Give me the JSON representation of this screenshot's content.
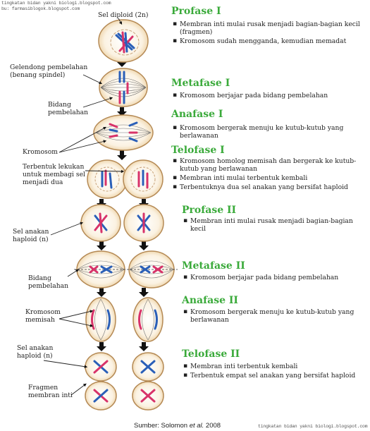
{
  "watermark": {
    "line1": "tingkatan bidan yakni biologi.blogspot.com",
    "line2": "bu: farmasiblogok.blogspot.com",
    "bottom": "tingkatan bidan yakni biologi.blogspot.com"
  },
  "labels": {
    "sel_diploid": "Sel diploid (2n)",
    "gelendong": [
      "Gelendong pembelahan",
      "(benang spindel)"
    ],
    "bidang1": [
      "Bidang",
      "pembelahan"
    ],
    "kromosom": "Kromosom",
    "lekukan": [
      "Terbentuk lekukan",
      "untuk membagi sel",
      "menjadi dua"
    ],
    "anakan": [
      "Sel anakan",
      "haploid (n)"
    ],
    "bidang2": [
      "Bidang",
      "pembelahan"
    ],
    "memisah": [
      "Kromosom",
      "memisah"
    ],
    "anakan2": [
      "Sel anakan",
      "haploid (n)"
    ],
    "fragmen": [
      "Fragmen",
      "membran inti"
    ]
  },
  "phases": [
    {
      "title": "Profase I",
      "bullets": [
        "Membran inti mulai rusak menjadi bagian-bagian kecil (fragmen)",
        "Kromosom  sudah mengganda, kemudian memadat"
      ]
    },
    {
      "title": "Metafase I",
      "bullets": [
        "Kromosom berjajar pada bidang pembelahan"
      ]
    },
    {
      "title": "Anafase I",
      "bullets": [
        "Kromosom bergerak menuju ke kutub-kutub yang berlawanan"
      ]
    },
    {
      "title": "Telofase I",
      "bullets": [
        "Kromosom homolog memisah dan bergerak ke kutub-kutub yang berlawanan",
        "Membran inti mulai terbentuk kembali",
        "Terbentuknya dua sel anakan yang bersifat haploid"
      ]
    },
    {
      "title": "Profase II",
      "bullets": [
        "Membran inti mulai rusak menjadi bagian-bagian kecil"
      ]
    },
    {
      "title": "Metafase II",
      "bullets": [
        "Kromosom berjajar pada bidang pembelahan"
      ]
    },
    {
      "title": "Anafase II",
      "bullets": [
        "Kromosom bergerak menuju ke kutub-kutub yang berlawanan"
      ]
    },
    {
      "title": "Telofase II",
      "bullets": [
        "Membran inti terbentuk kembali",
        "Terbentuk empat sel anakan yang bersifat haploid"
      ]
    }
  ],
  "source": {
    "prefix": "Sumber: Solomon ",
    "italic": "et al.",
    "suffix": " 2008"
  },
  "colors": {
    "phase_title": "#3aaa3a",
    "chromosome_red": "#d8336a",
    "chromosome_blue": "#2a5fb8",
    "cell_fill": "#f6e6c9",
    "cell_outline": "#caa06a"
  }
}
